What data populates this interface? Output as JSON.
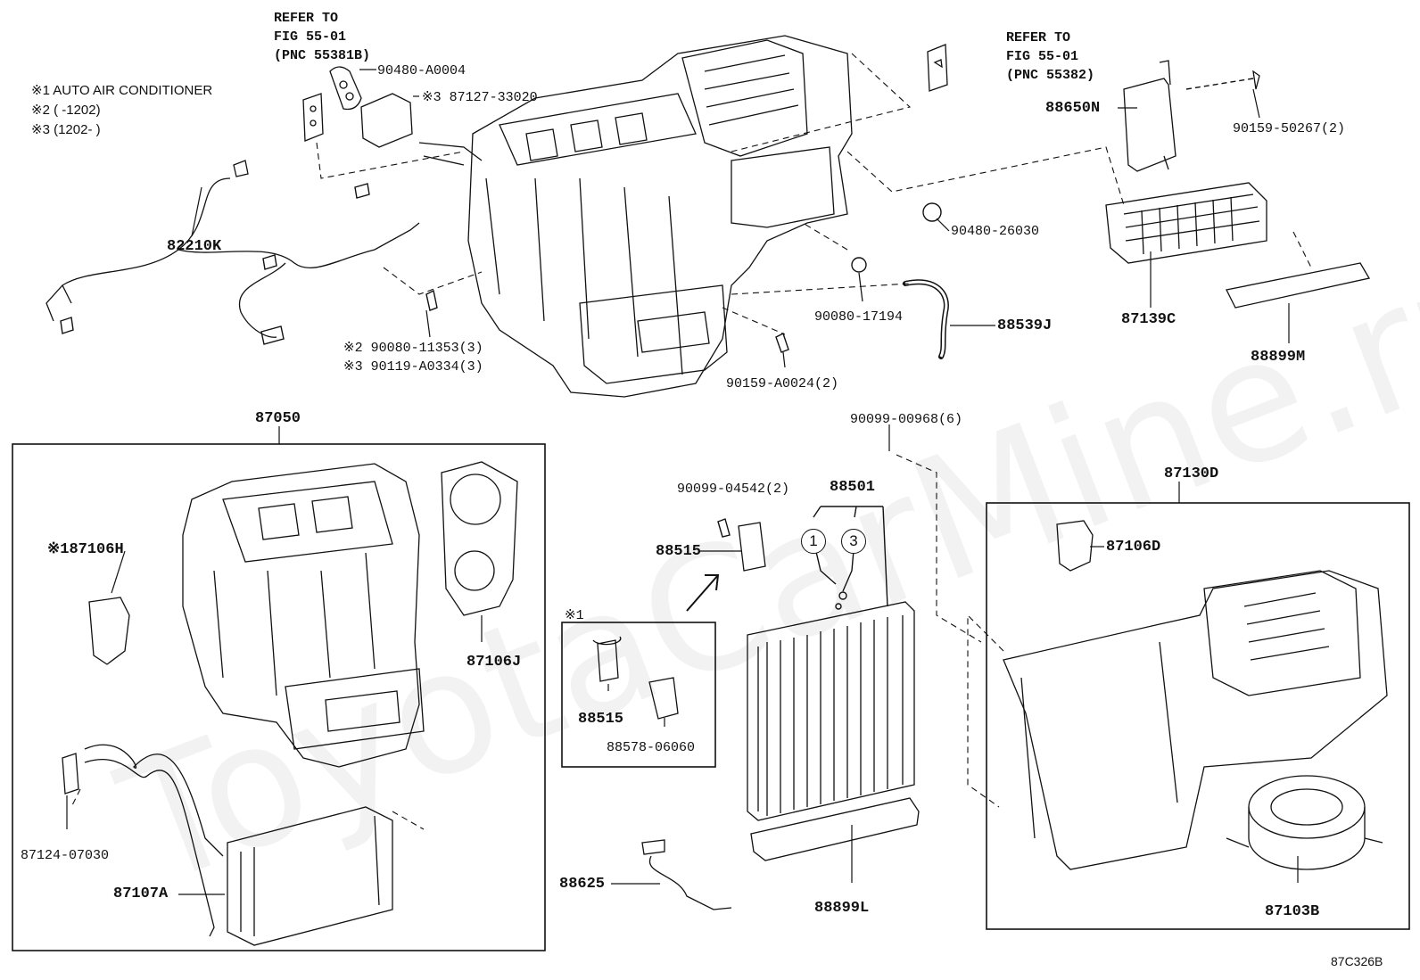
{
  "notes": {
    "n1": "※1 AUTO AIR CONDITIONER",
    "n2": "※2 (      -1202)",
    "n3": "※3 (1202-      )"
  },
  "refer_left": "REFER TO\nFIG 55-01\n(PNC 55381B)",
  "refer_right": "REFER TO\nFIG 55-01\n(PNC 55382)",
  "watermark": "ToyotaCarMine.ru",
  "figure_id": "87C326B",
  "parts": {
    "p90480A0004": "90480-A0004",
    "p8712733020": "※3 87127-33020",
    "p88650N": "88650N",
    "p9015950267": "90159-50267(2)",
    "p82210K": "82210K",
    "p9048026030": "90480-26030",
    "p9008017194": "90080-17194",
    "p87139C": "87139C",
    "p88539J": "88539J",
    "p88899M": "88899M",
    "p9008011353": "※2 90080-11353(3)",
    "p90119A0334": "※3 90119-A0334(3)",
    "p90159A0024": "90159-A0024(2)",
    "p87050": "87050",
    "p9009900968": "90099-00968(6)",
    "p87130D": "87130D",
    "p9009904542": "90099-04542(2)",
    "p88501": "88501",
    "p87106H": "※187106H",
    "p88515a": "88515",
    "p87106D": "87106D",
    "p87106J": "87106J",
    "k1": "※1",
    "p88515b": "88515",
    "p8857806060": "88578-06060",
    "p8712407030": "87124-07030",
    "p87107A": "87107A",
    "p88625": "88625",
    "p88899L": "88899L",
    "p87103B": "87103B",
    "c1": "1",
    "c3": "3"
  }
}
